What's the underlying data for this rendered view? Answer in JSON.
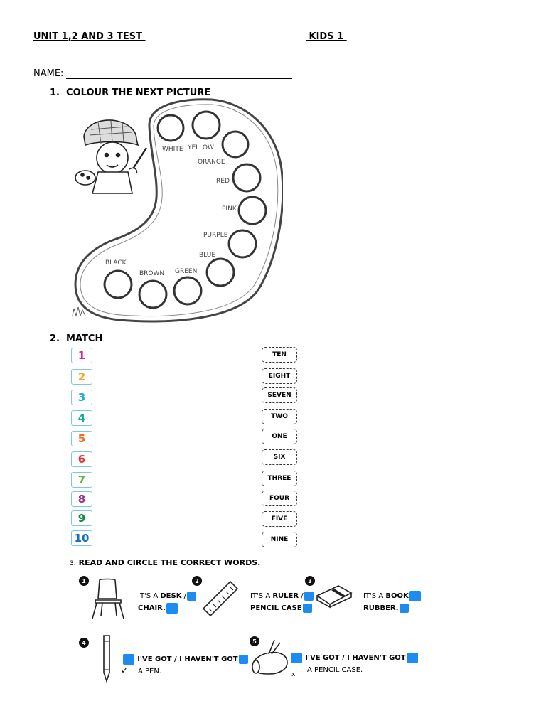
{
  "header": {
    "title": "UNIT 1,2 AND 3 TEST ",
    "level": " KIDS 1 "
  },
  "name_label": "NAME:",
  "section1": {
    "number": "1.",
    "title": "COLOUR THE NEXT PICTURE"
  },
  "palette_colors": {
    "white": "WHITE",
    "yellow": "YELLOW",
    "orange": "ORANGE",
    "red": "RED",
    "pink": "PINK",
    "purple": "PURPLE",
    "blue": "BLUE",
    "green": "GREEN",
    "brown": "BROWN",
    "black": "BLACK"
  },
  "section2": {
    "number": "2.",
    "title": "MATCH"
  },
  "numbers": [
    {
      "label": "1",
      "color": "#e0248f"
    },
    {
      "label": "2",
      "color": "#f5a623"
    },
    {
      "label": "3",
      "color": "#1fa9d6"
    },
    {
      "label": "4",
      "color": "#17a79a"
    },
    {
      "label": "5",
      "color": "#f26b21"
    },
    {
      "label": "6",
      "color": "#e62e2e"
    },
    {
      "label": "7",
      "color": "#5bb544"
    },
    {
      "label": "8",
      "color": "#9b2d8f"
    },
    {
      "label": "9",
      "color": "#138a3f"
    },
    {
      "label": "10",
      "color": "#1a6fc1"
    }
  ],
  "words": [
    "TEN",
    "EIGHT",
    "SEVEN",
    "TWO",
    "ONE",
    "SIX",
    "THREE",
    "FOUR",
    "FIVE",
    "NINE"
  ],
  "section3": {
    "number": "3.",
    "title": "READ AND CIRCLE THE CORRECT WORDS."
  },
  "questions": [
    {
      "num": "1",
      "pre": "IT'S A ",
      "opt1": "DESK",
      "sep": " /",
      "line2": "CHAIR."
    },
    {
      "num": "2",
      "pre": "IT'S A ",
      "opt1": "RULER",
      "sep": " /",
      "line2": "PENCIL CASE"
    },
    {
      "num": "3",
      "pre": "IT'S A ",
      "opt1": "BOOK",
      "sep": " /",
      "line2": "RUBBER."
    },
    {
      "num": "4",
      "line1": "I'VE GOT / I HAVEN'T GOT",
      "line2": "A PEN.",
      "mark": "✓"
    },
    {
      "num": "5",
      "line1": "I'VE GOT / I HAVEN'T GOT",
      "line2": "A PENCIL CASE.",
      "mark": "x"
    }
  ],
  "colors": {
    "blue_box": "#1d8cf0",
    "number_box_border": "#7cc6ef"
  }
}
